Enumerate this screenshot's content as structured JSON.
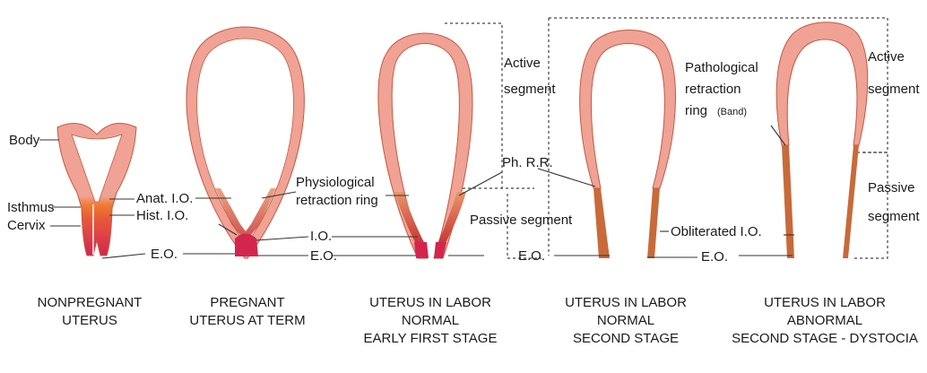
{
  "labels": {
    "body": "Body",
    "isthmus": "Isthmus",
    "cervix": "Cervix",
    "anat_io": "Anat. I.O.",
    "hist_io": "Hist. I.O.",
    "eo_1": "E.O.",
    "physio_1": "Physiological",
    "physio_2": "retraction ring",
    "io_2": "I.O.",
    "eo_2": "E.O.",
    "active_1a": "Active",
    "active_1b": "segment",
    "ph_rr": "Ph. R.R.",
    "passive_1": "Passive segment",
    "eo_3": "E.O.",
    "pathol_1": "Pathological",
    "pathol_2": "retraction",
    "pathol_3": "ring",
    "pathol_band": "(Band)",
    "obliterated": "Obliterated I.O.",
    "eo_4": "E.O.",
    "active_2a": "Active",
    "active_2b": "segment",
    "passive_2a": "Passive",
    "passive_2b": "segment"
  },
  "captions": [
    {
      "lines": [
        "NONPREGNANT",
        "UTERUS"
      ]
    },
    {
      "lines": [
        "PREGNANT",
        "UTERUS AT TERM"
      ]
    },
    {
      "lines": [
        "UTERUS IN LABOR",
        "NORMAL",
        "EARLY FIRST STAGE"
      ]
    },
    {
      "lines": [
        "UTERUS IN LABOR",
        "NORMAL",
        "SECOND STAGE"
      ]
    },
    {
      "lines": [
        "UTERUS IN LABOR",
        "ABNORMAL",
        "SECOND STAGE - DYSTOCIA"
      ]
    }
  ],
  "colors": {
    "body": "#f0a294",
    "isthmus": "#f07a30",
    "cervix": "#d4254f",
    "outline": "#c25a44",
    "lower_segment": "#c86a3a"
  }
}
